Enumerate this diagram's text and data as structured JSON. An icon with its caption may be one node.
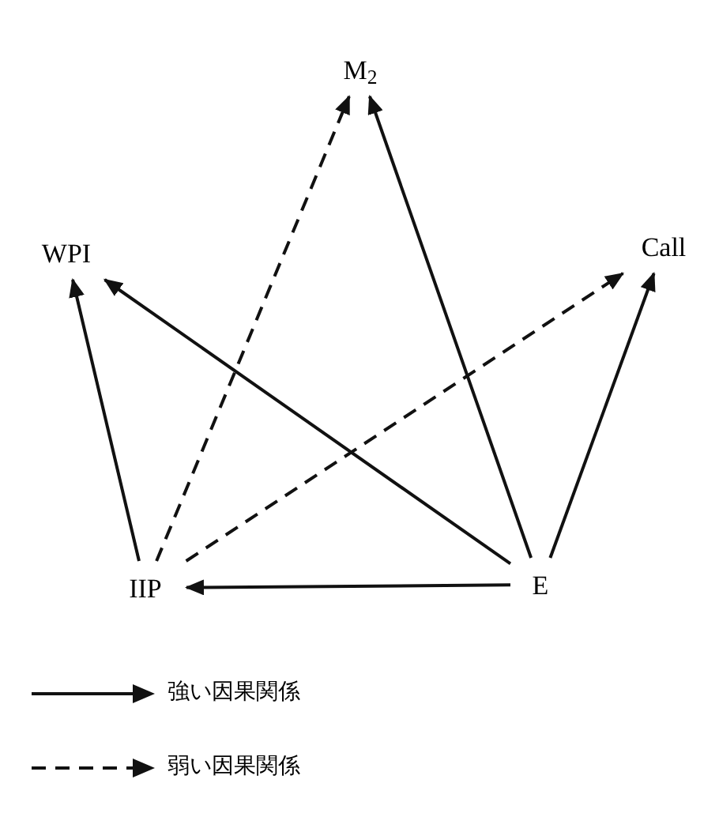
{
  "diagram": {
    "nodes": [
      {
        "text": [
          "M$_{2}$"
        ]
      },
      {
        "text": [
          "WPI"
        ]
      },
      {
        "text": [
          "Call"
        ]
      },
      {
        "text": [
          "IIP"
        ]
      },
      {
        "text": [
          "E"
        ]
      }
    ],
    "edges": [
      {
        "from": 3,
        "to": 1,
        "arrow": "to"
      },
      {
        "from": 3,
        "to": 0,
        "arrow": "to",
        "style": "dashed"
      },
      {
        "from": 3,
        "to": 2,
        "arrow": "to",
        "style": "dashed"
      },
      {
        "from": 4,
        "to": 3,
        "arrow": "to"
      },
      {
        "from": 4,
        "to": 1,
        "arrow": "to"
      },
      {
        "from": 4,
        "to": 0,
        "arrow": "to"
      },
      {
        "from": 4,
        "to": 2,
        "arrow": "to"
      }
    ],
    "legend": [
      {
        "text": "強い因果関係"
      },
      {
        "text": "弱い因果関係"
      }
    ]
  }
}
